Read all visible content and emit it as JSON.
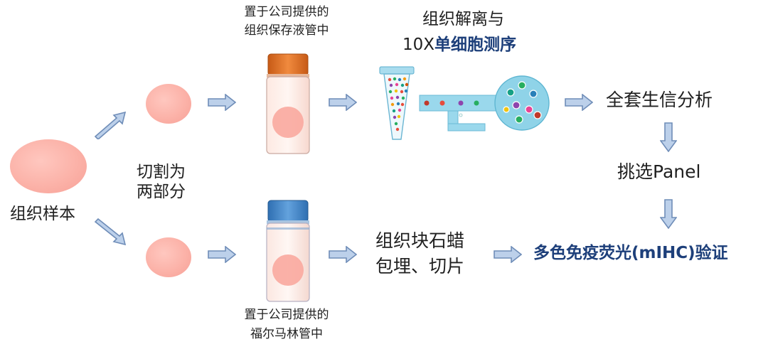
{
  "labels": {
    "tissue_sample": "组织样本",
    "cut_line1": "切割为",
    "cut_line2": "两部分",
    "top_tube_line1": "置于公司提供的",
    "top_tube_line2": "组织保存液管中",
    "bottom_tube_line1": "置于公司提供的",
    "bottom_tube_line2": "福尔马林管中",
    "dissociation_line1": "组织解离与",
    "dissociation_prefix": "10X",
    "dissociation_bold": "单细胞测序",
    "bioinfo": "全套生信分析",
    "panel": "挑选Panel",
    "paraffin_line1": "组织块石蜡",
    "paraffin_line2": "包埋、切片",
    "mihc": "多色免疫荧光(mIHC)验证"
  },
  "colors": {
    "arrow_fill": "#bcd0ea",
    "arrow_stroke": "#6f8db8",
    "tissue": "#fbb0a6",
    "orange_cap": "#e8782f",
    "blue_cap": "#4f8fcf",
    "microfluidic": "#8fd3e8",
    "accent_text": "#1d3f7a"
  }
}
